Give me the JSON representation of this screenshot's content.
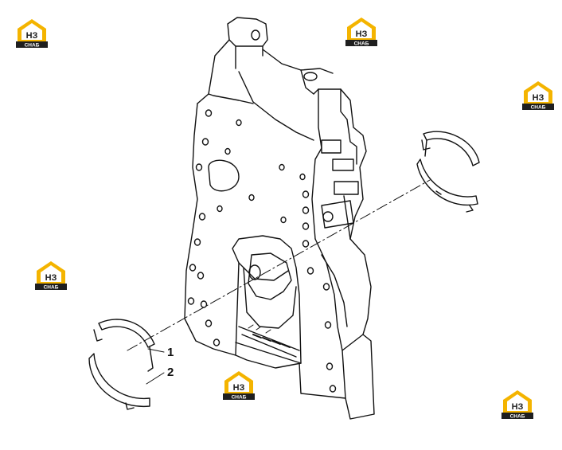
{
  "colors": {
    "logo_gold": "#f4b400",
    "logo_dark": "#1f1f1f",
    "line": "#111111"
  },
  "logo": {
    "mark": "НЗ",
    "word": "СНАБ"
  },
  "callouts": [
    {
      "label": "1"
    },
    {
      "label": "2"
    }
  ],
  "icons": [
    "hz-snab-logo-icon"
  ]
}
